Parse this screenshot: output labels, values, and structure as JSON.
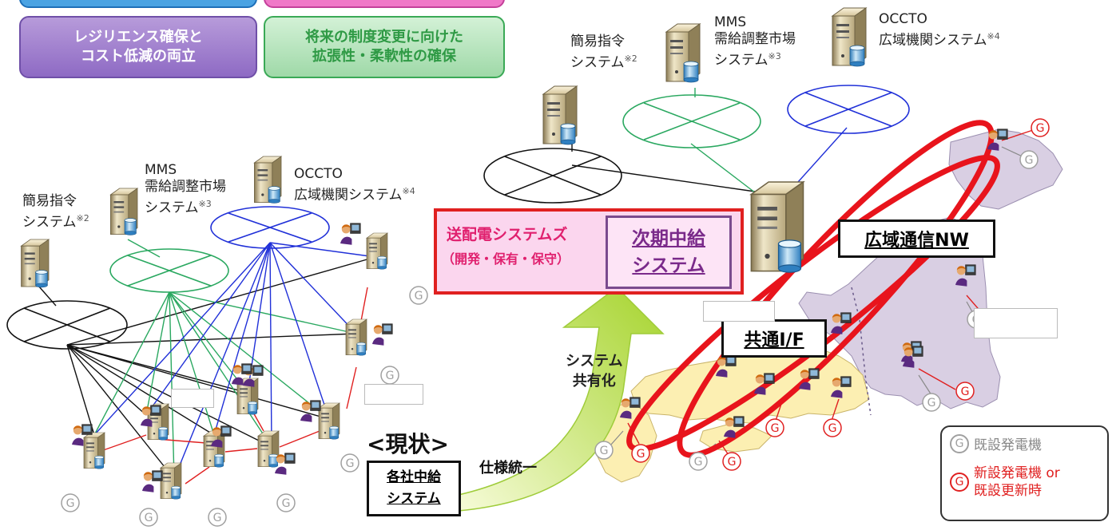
{
  "banners": {
    "top_left_partial": "",
    "top_right_partial": "",
    "resilience": "レジリエンス確保と\nコスト低減の両立",
    "extensibility": "将来の制度変更に向けた\n拡張性・柔軟性の確保"
  },
  "left_cluster": {
    "kani": {
      "line1": "簡易指令",
      "line2": "システム",
      "sup": "※2"
    },
    "mms": {
      "line1": "MMS",
      "line2": "需給調整市場",
      "line3": "システム",
      "sup": "※3"
    },
    "occto": {
      "line1": "OCCTO",
      "line2": "広域機関システム",
      "sup": "※4"
    }
  },
  "right_cluster": {
    "kani": {
      "line1": "簡易指令",
      "line2": "システム",
      "sup": "※2"
    },
    "mms": {
      "line1": "MMS",
      "line2": "需給調整市場",
      "line3": "システム",
      "sup": "※3"
    },
    "occto": {
      "line1": "OCCTO",
      "line2": "広域機関システム",
      "sup": "※4"
    }
  },
  "tsdso_box": {
    "title": "送配電システムズ",
    "subtitle": "（開発・保有・保守）",
    "next_system_line1": "次期中給",
    "next_system_line2": "システム"
  },
  "wide_network_label": "広域通信NW",
  "common_if_label": "共通I/F",
  "current_label": "<現状>",
  "each_company_line1": "各社中給",
  "each_company_line2": "システム",
  "spec_unify_label": "仕様統一",
  "share_label_line1": "システム",
  "share_label_line2": "共有化",
  "generator_glyph": "G",
  "legend": {
    "existing": "既設発電機",
    "new_line1": "新設発電機 or",
    "new_line2": "既設更新時"
  },
  "colors": {
    "red": "#e02020",
    "green_net": "#2aa860",
    "blue_net": "#2030d8",
    "purple_pill": "#7e5ab8",
    "green_pill": "#3aa956",
    "pink_box": "#fbd6ee",
    "map_purple": "#d9cfe3",
    "map_yellow": "#fcefb2"
  }
}
